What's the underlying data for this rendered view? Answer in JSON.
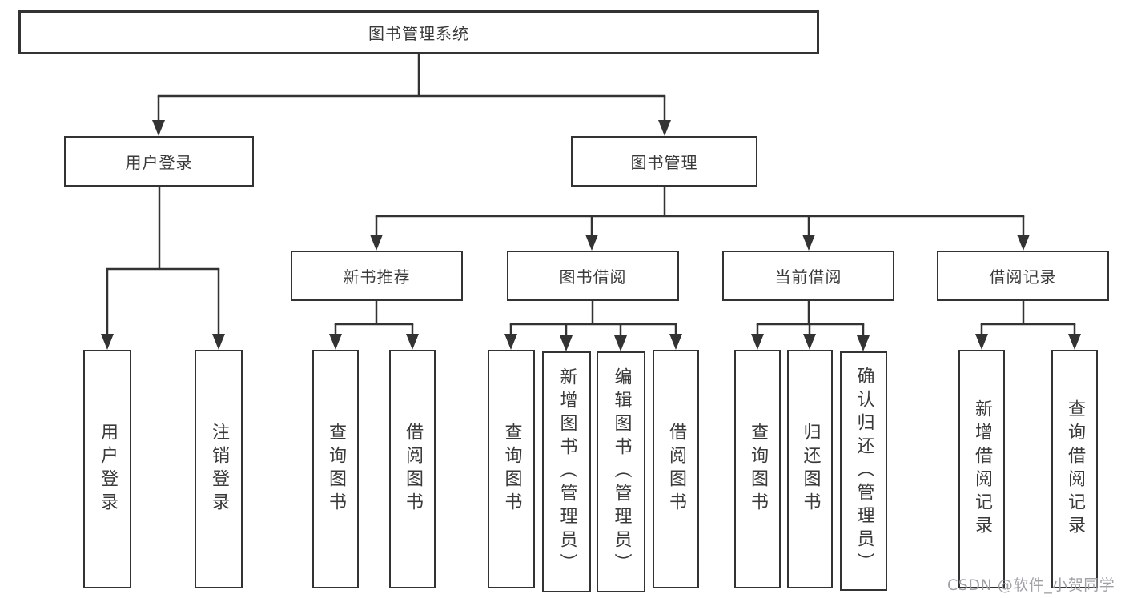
{
  "diagram": {
    "tree": {
      "label": "图书管理系统",
      "children": [
        {
          "label": "用户登录",
          "children": [
            {
              "label": "用户登录"
            },
            {
              "label": "注销登录"
            }
          ]
        },
        {
          "label": "图书管理",
          "children": [
            {
              "label": "新书推荐",
              "children": [
                {
                  "label": "查询图书"
                },
                {
                  "label": "借阅图书"
                }
              ]
            },
            {
              "label": "图书借阅",
              "children": [
                {
                  "label": "查询图书"
                },
                {
                  "label": "新增图书（管理员）"
                },
                {
                  "label": "编辑图书（管理员）"
                },
                {
                  "label": "借阅图书"
                }
              ]
            },
            {
              "label": "当前借阅",
              "children": [
                {
                  "label": "查询图书"
                },
                {
                  "label": "归还图书"
                },
                {
                  "label": "确认归还（管理员）"
                }
              ]
            },
            {
              "label": "借阅记录",
              "children": [
                {
                  "label": "新增借阅记录"
                },
                {
                  "label": "查询借阅记录"
                }
              ]
            }
          ]
        }
      ]
    },
    "colors": {
      "line": "#333333",
      "text": "#3a3a3a",
      "background": "#ffffff",
      "watermark": "#9b9ba2"
    }
  },
  "watermark": {
    "text": "CSDN @软件_小贺同学"
  }
}
